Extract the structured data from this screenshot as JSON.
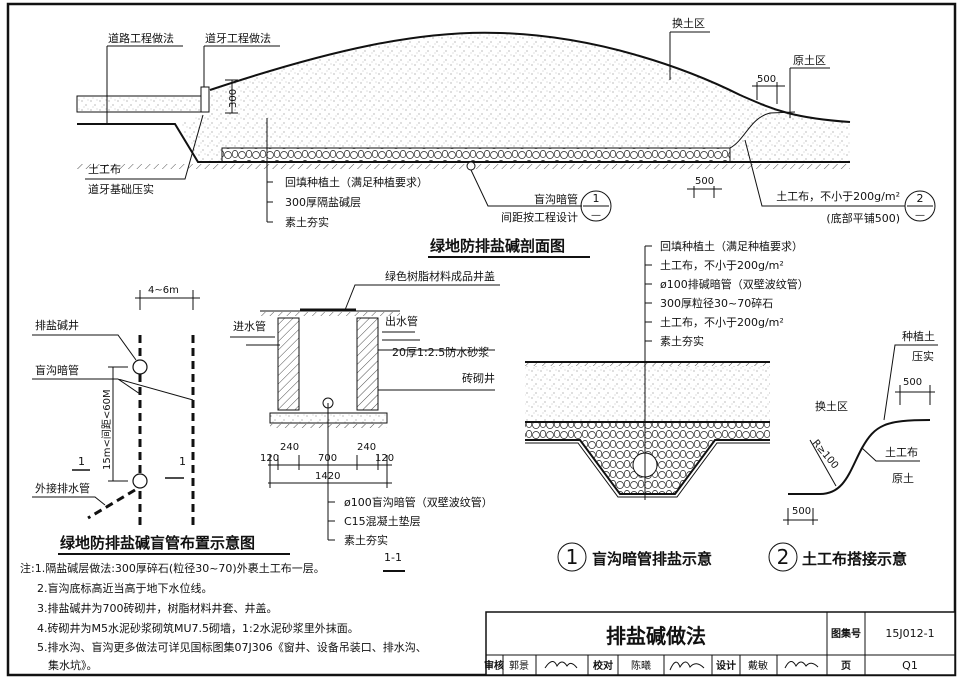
{
  "section": {
    "title": "绿地防排盐碱剖面图",
    "road": "道路工程做法",
    "curb": "道牙工程做法",
    "dim_300": "300",
    "geotextile": "土工布",
    "curb_base": "道牙基础压实",
    "layers": [
      "回填种植土（满足种植要求）",
      "300厚隔盐碱层",
      "素土夯实"
    ],
    "replace_zone": "换土区",
    "original_zone": "原土区",
    "dim_500_top": "500",
    "dim_500_bottom": "500",
    "blind_pipe": "盲沟暗管",
    "spacing": "间距按工程设计",
    "geo_spec": "土工布，不小于200g/m²",
    "geo_bottom": "(底部平铺500)",
    "callout1_num": "1",
    "callout1_sub": "—",
    "callout2_num": "2",
    "callout2_sub": "—"
  },
  "layout_plan": {
    "title": "绿地防排盐碱盲管布置示意图",
    "dim_width": "4~6m",
    "well": "排盐碱井",
    "pipe": "盲沟暗管",
    "spacing": "15m<间距<60M",
    "outlet": "外接排水管",
    "cut_left": "1",
    "cut_right": "1"
  },
  "well_section": {
    "title": "1-1",
    "cover": "绿色树脂材料成品井盖",
    "inlet": "进水管",
    "outlet": "出水管",
    "mortar": "20厚1:2.5防水砂浆",
    "brick": "砖砌井",
    "dims": [
      "120",
      "240",
      "700",
      "240",
      "120"
    ],
    "dim_total": "1420",
    "layers": [
      "ø100盲沟暗管（双壁波纹管）",
      "C15混凝土垫层",
      "素土夯实"
    ]
  },
  "detail1": {
    "num": "1",
    "title": "盲沟暗管排盐示意",
    "layers": [
      "回填种植土（满足种植要求）",
      "土工布，不小于200g/m²",
      "ø100排碱暗管（双壁波纹管）",
      "300厚粒径30~70碎石",
      "土工布，不小于200g/m²",
      "素土夯实"
    ]
  },
  "detail2": {
    "num": "2",
    "title": "土工布搭接示意",
    "planting": "种植土",
    "compact": "压实",
    "dim_top": "500",
    "replace": "换土区",
    "radius": "R≥100",
    "geo": "土工布",
    "orig": "原土",
    "dim_bottom": "500"
  },
  "notes": [
    "注:1.隔盐碱层做法:300厚碎石(粒径30~70)外裹土工布一层。",
    "2.盲沟底标高近当高于地下水位线。",
    "3.排盐碱井为700砖砌井，树脂材料井套、井盖。",
    "4.砖砌井为M5水泥砂浆砌筑MU7.5砌墙，1:2水泥砂浆里外抹面。",
    "5.排水沟、盲沟更多做法可详见国标图集07J306《窗井、设备吊装口、排水沟、",
    "集水坑》。"
  ],
  "title_block": {
    "title": "排盐碱做法",
    "atlas_label": "图集号",
    "atlas_no": "15J012-1",
    "review": "审核",
    "reviewer": "郭景",
    "check": "校对",
    "checker": "陈曦",
    "design": "设计",
    "designer": "戴敏",
    "page_label": "页",
    "page": "Q1"
  }
}
